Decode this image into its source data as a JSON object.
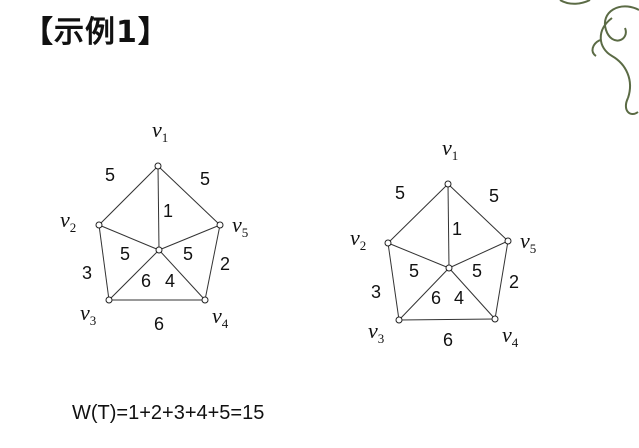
{
  "title": "【示例1】",
  "formula": "W(T)=1+2+3+4+5=15",
  "graphs": [
    {
      "vertices": [
        {
          "letter": "v",
          "sub": "1"
        },
        {
          "letter": "v",
          "sub": "2"
        },
        {
          "letter": "v",
          "sub": "3"
        },
        {
          "letter": "v",
          "sub": "4"
        },
        {
          "letter": "v",
          "sub": "5"
        },
        {
          "letter": "",
          "sub": ""
        }
      ],
      "edges": [
        {
          "from": "v1",
          "to": "v2",
          "weight": "5"
        },
        {
          "from": "v1",
          "to": "v5",
          "weight": "5"
        },
        {
          "from": "v2",
          "to": "v3",
          "weight": "3"
        },
        {
          "from": "v5",
          "to": "v4",
          "weight": "2"
        },
        {
          "from": "v3",
          "to": "v4",
          "weight": "6"
        },
        {
          "from": "v1",
          "to": "center",
          "weight": "1"
        },
        {
          "from": "v2",
          "to": "center",
          "weight": "5"
        },
        {
          "from": "v5",
          "to": "center",
          "weight": "5"
        },
        {
          "from": "v3",
          "to": "center",
          "weight": "6"
        },
        {
          "from": "v4",
          "to": "center",
          "weight": "4"
        }
      ]
    },
    {
      "vertices": [
        {
          "letter": "v",
          "sub": "1"
        },
        {
          "letter": "v",
          "sub": "2"
        },
        {
          "letter": "v",
          "sub": "3"
        },
        {
          "letter": "v",
          "sub": "4"
        },
        {
          "letter": "v",
          "sub": "5"
        },
        {
          "letter": "",
          "sub": ""
        }
      ],
      "edges": [
        {
          "from": "v1",
          "to": "v2",
          "weight": "5"
        },
        {
          "from": "v1",
          "to": "v5",
          "weight": "5"
        },
        {
          "from": "v2",
          "to": "v3",
          "weight": "3"
        },
        {
          "from": "v5",
          "to": "v4",
          "weight": "2"
        },
        {
          "from": "v3",
          "to": "v4",
          "weight": "6"
        },
        {
          "from": "v1",
          "to": "center",
          "weight": "1"
        },
        {
          "from": "v2",
          "to": "center",
          "weight": "5"
        },
        {
          "from": "v5",
          "to": "center",
          "weight": "5"
        },
        {
          "from": "v3",
          "to": "center",
          "weight": "6"
        },
        {
          "from": "v4",
          "to": "center",
          "weight": "4"
        }
      ]
    }
  ],
  "colors": {
    "text": "#111111",
    "edge": "#333333",
    "vine": "#5b6b45"
  },
  "decoration": {
    "icon": "vine-ornament"
  }
}
